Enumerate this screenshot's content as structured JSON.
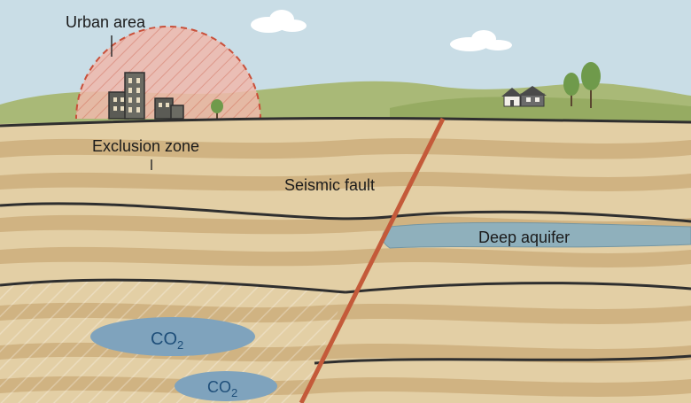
{
  "labels": {
    "urban_area": "Urban area",
    "exclusion_zone": "Exclusion zone",
    "seismic_fault": "Seismic fault",
    "deep_aquifer": "Deep aquifer"
  },
  "co2_label": {
    "main": "CO",
    "sub": "2"
  },
  "colors": {
    "sky": "#c9dde6",
    "hills": "#a9b977",
    "layer_light": "#e3cfa5",
    "layer_dark": "#c9a977",
    "boundary": "#2f2f2f",
    "fault": "#c45a3a",
    "aquifer": "#8fb0bc",
    "co2_plume": "#7fa3bd",
    "exclusion_fill": "#f0b9ac",
    "exclusion_border": "#c9503a"
  },
  "icons": [
    "building-icon",
    "house-icon",
    "tree-icon",
    "cloud-icon"
  ]
}
